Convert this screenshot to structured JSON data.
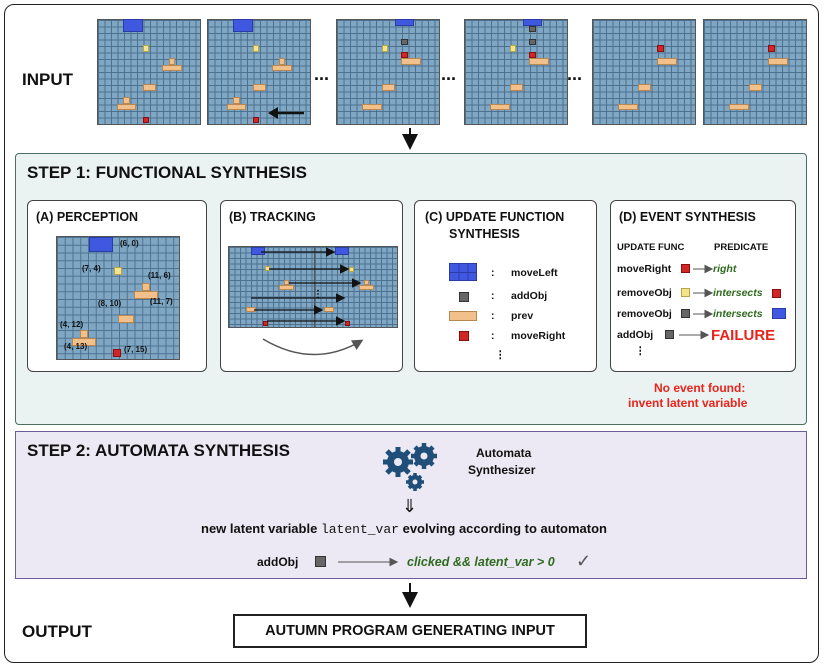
{
  "sections": {
    "input": "INPUT",
    "step1": "STEP 1: FUNCTIONAL SYNTHESIS",
    "step2": "STEP 2: AUTOMATA SYNTHESIS",
    "output": "OUTPUT"
  },
  "input_frames": {
    "ellipsis": "..."
  },
  "panels": {
    "perception": {
      "title": "(A) PERCEPTION",
      "coords": [
        "(6, 0)",
        "(7, 4)",
        "(11, 6)",
        "(8, 10)",
        "(11, 7)",
        "(4, 12)",
        "(4, 13)",
        "(7, 15)"
      ]
    },
    "tracking": {
      "title": "(B) TRACKING"
    },
    "update": {
      "title_line1": "(C) UPDATE FUNCTION",
      "title_line2": "SYNTHESIS",
      "rows": [
        {
          "sep": ":",
          "label": "moveLeft",
          "color": "blue"
        },
        {
          "sep": ":",
          "label": "addObj",
          "color": "gray"
        },
        {
          "sep": ":",
          "label": "prev",
          "color": "orange"
        },
        {
          "sep": ":",
          "label": "moveRight",
          "color": "red"
        }
      ],
      "more": "⋮"
    },
    "event": {
      "title": "(D) EVENT SYNTHESIS",
      "col_func": "UPDATE FUNC",
      "col_pred": "PREDICATE",
      "rows": [
        {
          "func": "moveRight",
          "func_color": "red",
          "pred": "right"
        },
        {
          "func": "removeObj",
          "func_color": "yellow",
          "pred": "intersects",
          "pred_color": "red"
        },
        {
          "func": "removeObj",
          "func_color": "gray",
          "pred": "intersects",
          "pred_color": "blue"
        },
        {
          "func": "addObj",
          "func_color": "gray",
          "pred": "FAILURE"
        }
      ],
      "more": "⋮"
    }
  },
  "no_event": {
    "line1": "No event found:",
    "line2": "invent latent variable"
  },
  "automata": {
    "label_line1": "Automata",
    "label_line2": "Synthesizer",
    "implies": "⇓",
    "sentence_pre": "new latent variable",
    "sentence_var": "latent_var",
    "sentence_post": "evolving according to automaton",
    "func": "addObj",
    "predicate": "clicked && latent_var > 0",
    "check": "✓"
  },
  "output_box": "AUTUMN PROGRAM GENERATING INPUT",
  "colors": {
    "blue": "#4058e0",
    "yellow": "#f4e48b",
    "orange": "#f2c18b",
    "red": "#d22525",
    "gray": "#666666",
    "failure": "#e8241c",
    "predicate_green": "#2f6b1f"
  }
}
